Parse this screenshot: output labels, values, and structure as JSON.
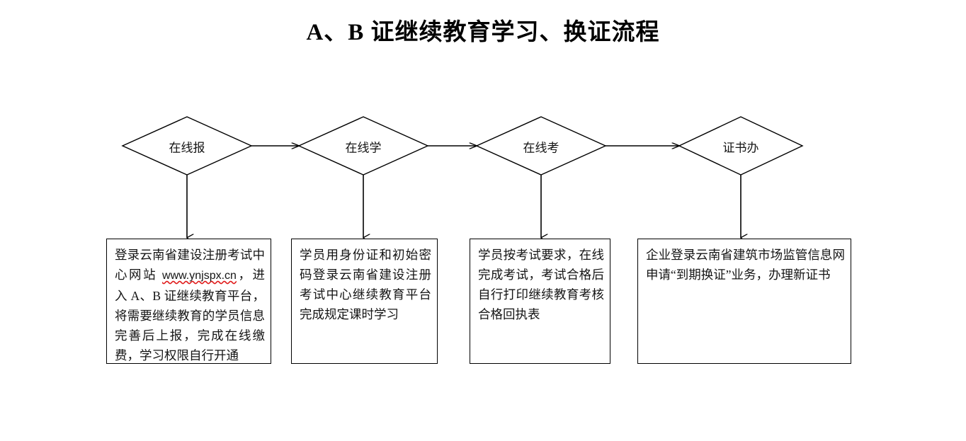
{
  "document": {
    "title": "A、B 证继续教育学习、换证流程",
    "background_color": "#ffffff",
    "line_color": "#000000",
    "text_color": "#141414",
    "spellcheck_underline_color": "#e01b1b"
  },
  "flow": {
    "stages": [
      {
        "id": "stage-1",
        "diamond_label": "在线报",
        "box_text_prefix": "登录云南省建设注册考试中心网站 ",
        "box_url": "www.ynjspx.cn",
        "box_text_suffix": "，进入 A、B 证继续教育平台，将需要继续教育的学员信息完善后上报，完成在线缴费，学习权限自行开通",
        "box_text_full": "登录云南省建设注册考试中心网站 www.ynjspx.cn，进入 A、B 证继续教育平台，将需要继续教育的学员信息完善后上报，完成在线缴费，学习权限自行开通"
      },
      {
        "id": "stage-2",
        "diamond_label": "在线学",
        "box_text_full": "学员用身份证和初始密码登录云南省建设注册考试中心继续教育平台完成规定课时学习"
      },
      {
        "id": "stage-3",
        "diamond_label": "在线考",
        "box_text_full": "学员按考试要求，在线完成考试，考试合格后自行打印继续教育考核合格回执表"
      },
      {
        "id": "stage-4",
        "diamond_label": "证书办",
        "box_text_full": "企业登录云南省建筑市场监管信息网申请“到期换证”业务，办理新证书"
      }
    ],
    "connector_labels": {
      "arrow_1_2": "",
      "arrow_2_3": "",
      "arrow_3_4": ""
    }
  }
}
